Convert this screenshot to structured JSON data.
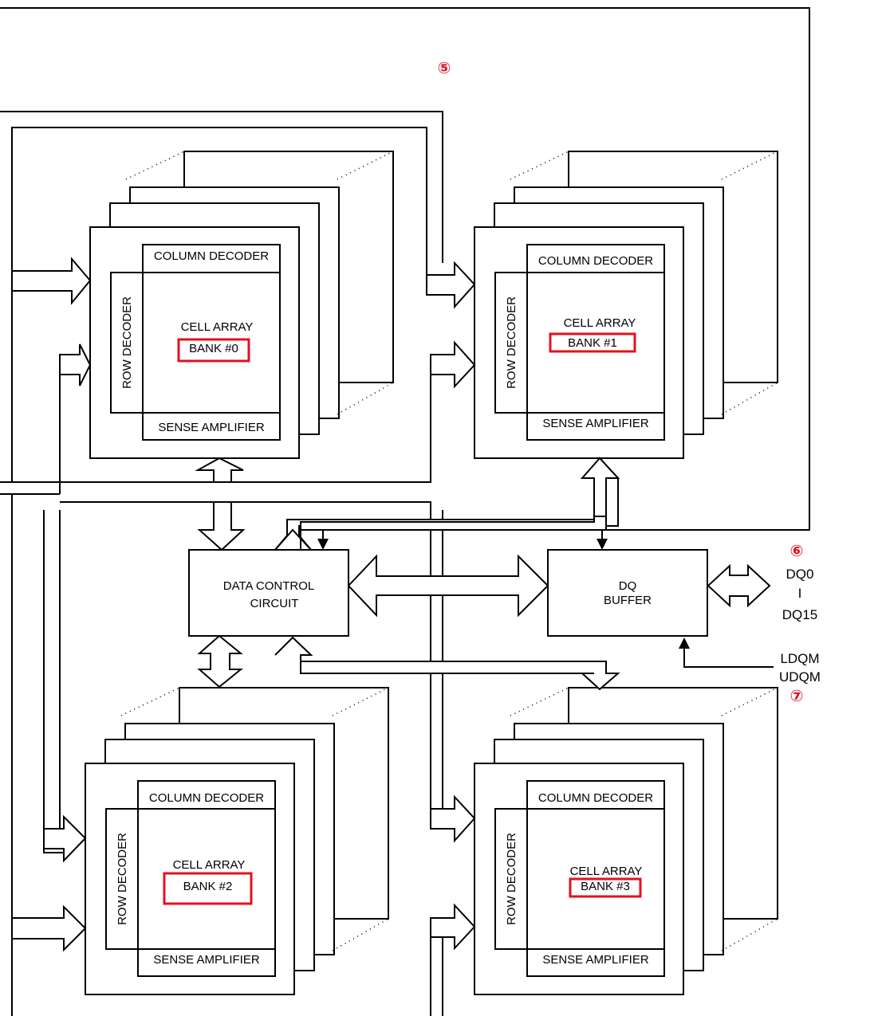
{
  "markers": {
    "m5": "⑤",
    "m6": "⑥",
    "m7": "⑦"
  },
  "banks": [
    {
      "column_decoder": "COLUMN DECODER",
      "row_decoder": "ROW DECODER",
      "cell_array": "CELL ARRAY",
      "bank": "BANK #0",
      "sense_amplifier": "SENSE AMPLIFIER"
    },
    {
      "column_decoder": "COLUMN DECODER",
      "row_decoder": "ROW DECODER",
      "cell_array": "CELL ARRAY",
      "bank": "BANK #1",
      "sense_amplifier": "SENSE AMPLIFIER"
    },
    {
      "column_decoder": "COLUMN DECODER",
      "row_decoder": "ROW DECODER",
      "cell_array": "CELL ARRAY",
      "bank": "BANK #2",
      "sense_amplifier": "SENSE AMPLIFIER"
    },
    {
      "column_decoder": "COLUMN DECODER",
      "row_decoder": "ROW DECODER",
      "cell_array": "CELL ARRAY",
      "bank": "BANK #3",
      "sense_amplifier": "SENSE AMPLIFIER"
    }
  ],
  "data_control": {
    "line1": "DATA CONTROL",
    "line2": "CIRCUIT"
  },
  "dq_buffer": {
    "line1": "DQ",
    "line2": "BUFFER"
  },
  "dq_pins": {
    "top": "DQ0",
    "sep": "I",
    "bottom": "DQ15"
  },
  "dqm_pins": {
    "top": "LDQM",
    "bottom": "UDQM"
  },
  "highlight_color": "#e0121f"
}
